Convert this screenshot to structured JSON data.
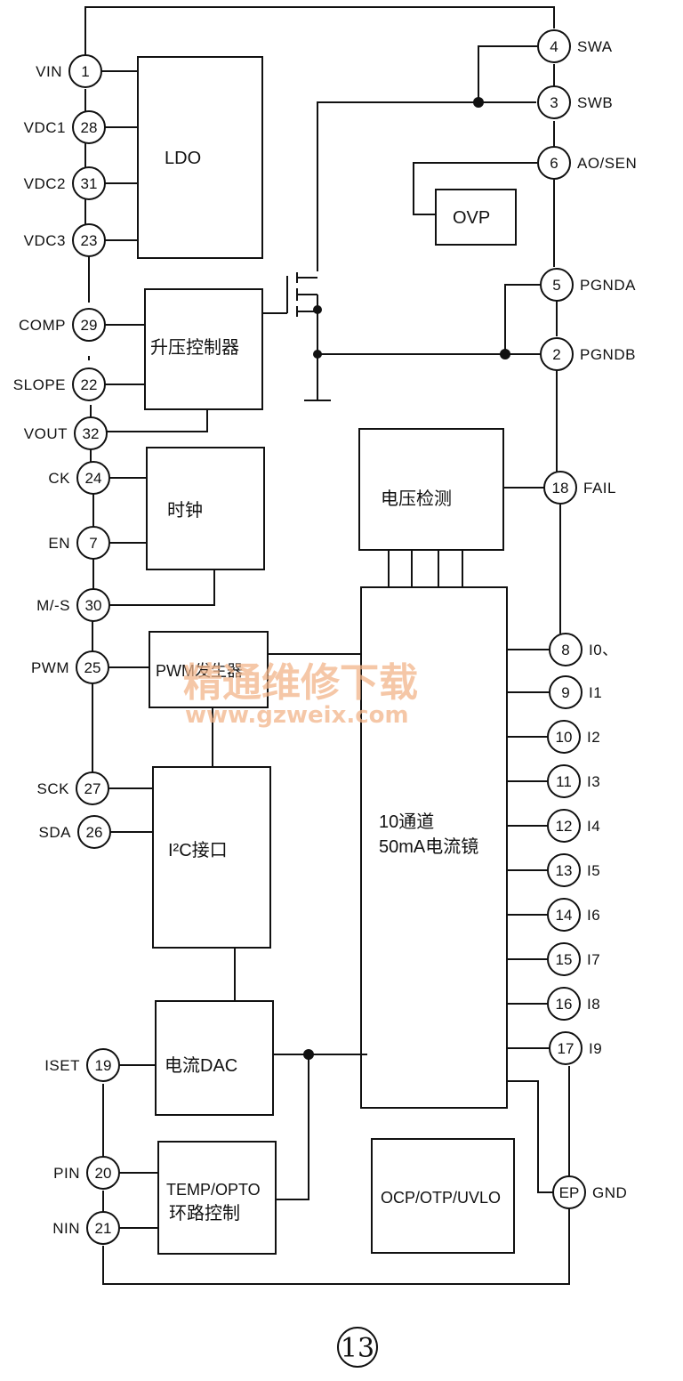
{
  "left_pins": [
    {
      "num": "1",
      "label": "VIN"
    },
    {
      "num": "28",
      "label": "VDC1"
    },
    {
      "num": "31",
      "label": "VDC2"
    },
    {
      "num": "23",
      "label": "VDC3"
    },
    {
      "num": "29",
      "label": "COMP"
    },
    {
      "num": "22",
      "label": "SLOPE"
    },
    {
      "num": "32",
      "label": "VOUT"
    },
    {
      "num": "24",
      "label": "CK"
    },
    {
      "num": "7",
      "label": "EN"
    },
    {
      "num": "30",
      "label": "M/-S"
    },
    {
      "num": "25",
      "label": "PWM"
    },
    {
      "num": "27",
      "label": "SCK"
    },
    {
      "num": "26",
      "label": "SDA"
    },
    {
      "num": "19",
      "label": "ISET"
    },
    {
      "num": "20",
      "label": "PIN"
    },
    {
      "num": "21",
      "label": "NIN"
    }
  ],
  "right_pins": [
    {
      "num": "4",
      "label": "SWA"
    },
    {
      "num": "3",
      "label": "SWB"
    },
    {
      "num": "6",
      "label": "AO/SEN"
    },
    {
      "num": "5",
      "label": "PGNDA"
    },
    {
      "num": "2",
      "label": "PGNDB"
    },
    {
      "num": "18",
      "label": "FAIL"
    },
    {
      "num": "8",
      "label": "I0、"
    },
    {
      "num": "9",
      "label": "I1"
    },
    {
      "num": "10",
      "label": "I2"
    },
    {
      "num": "11",
      "label": "I3"
    },
    {
      "num": "12",
      "label": "I4"
    },
    {
      "num": "13",
      "label": "I5"
    },
    {
      "num": "14",
      "label": "I6"
    },
    {
      "num": "15",
      "label": "I7"
    },
    {
      "num": "16",
      "label": "I8"
    },
    {
      "num": "17",
      "label": "I9"
    },
    {
      "num": "EP",
      "label": "GND"
    }
  ],
  "blocks": {
    "ldo": "LDO",
    "ovp": "OVP",
    "boost": "升压控制器",
    "clock": "时钟",
    "voltage_detect": "电压检测",
    "pwm_gen": "PWM发生器",
    "i2c": "I²C接口",
    "mirror_line1": "10通道",
    "mirror_line2": "50mA电流镜",
    "dac": "电流DAC",
    "temp_line1": "TEMP/OPTO",
    "temp_line2": "环路控制",
    "protection": "OCP/OTP/UVLO"
  },
  "watermark": {
    "line1": "精通维修下载",
    "line2": "www.gzweix.com"
  },
  "figure_number": "13"
}
